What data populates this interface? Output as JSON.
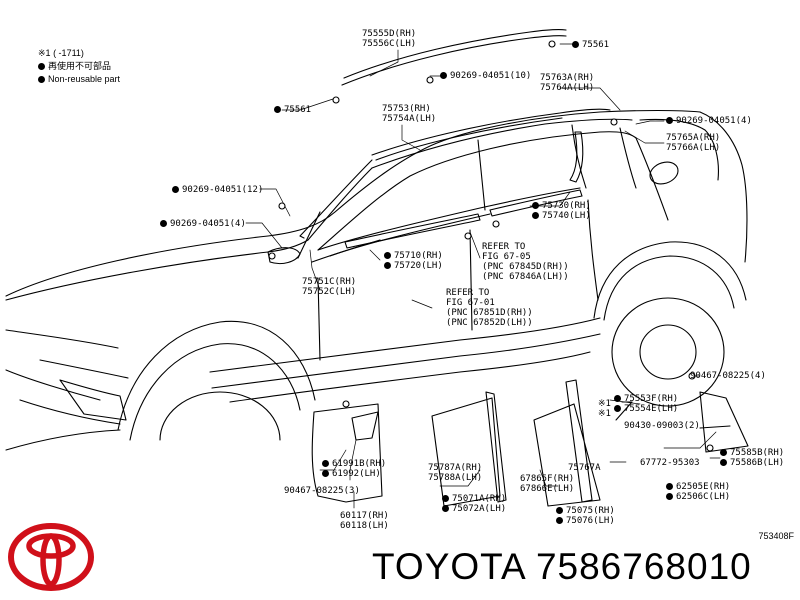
{
  "legend": {
    "header_mark": "※1",
    "header_range": "(     -1711)",
    "items": [
      {
        "text": "再使用不可部品"
      },
      {
        "text": "Non-reusable part"
      }
    ]
  },
  "labels": {
    "p75555d": "75555D(RH)",
    "p75556c": "75556C(LH)",
    "p75561_top": "75561",
    "p90269_10": "90269-04051(10)",
    "p75763a": "75763A(RH)",
    "p75764a": "75764A(LH)",
    "p75561_left": "75561",
    "p75753": "75753(RH)",
    "p75754a": "75754A(LH)",
    "p90269_4_right": "90269-04051(4)",
    "p75765a": "75765A(RH)",
    "p75766a": "75766A(LH)",
    "p90269_12": "90269-04051(12)",
    "p75730": "75730(RH)",
    "p75740": "75740(LH)",
    "p90269_4_left": "90269-04051(4)",
    "refer_fig67_05": "REFER TO\nFIG 67-05\n(PNC 67845D(RH))\n(PNC 67846A(LH))",
    "p75710": "75710(RH)",
    "p75720": "75720(LH)",
    "p75751c": "75751C(RH)",
    "p75752c": "75752C(LH)",
    "refer_fig67_01": "REFER TO\nFIG 67-01\n(PNC 67851D(RH))\n(PNC 67852D(LH))",
    "p90467_4": "90467-08225(4)",
    "p75553f": "75553F(RH)",
    "p75554e": "75554E(LH)",
    "mark1": "※1",
    "mark2": "※1",
    "p90430": "90430-09003(2)",
    "p67772": "67772-95303",
    "p75585b": "75585B(RH)",
    "p75586b": "75586B(LH)",
    "p61991b": "61991B(RH)",
    "p61992": "61992(LH)",
    "p90467_3": "90467-08225(3)",
    "p60117": "60117(RH)",
    "p60118": "60118(LH)",
    "p75787a": "75787A(RH)",
    "p75788a": "75788A(LH)",
    "p75071a": "75071A(RH)",
    "p75072a": "75072A(LH)",
    "p67865f": "67865F(RH)",
    "p67866e": "67866E(LH)",
    "p75767a": "75767A",
    "p75075": "75075(RH)",
    "p75076": "75076(LH)",
    "p62505e": "62505E(RH)",
    "p62506c": "62506C(LH)"
  },
  "figure_ref": "753408F",
  "brand_text": "TOYOTA 7586768010",
  "colors": {
    "ink": "#000000",
    "background": "#ffffff"
  },
  "icons": {
    "logo": "toyota-logo",
    "non_reusable_marker": "filled-dot"
  }
}
